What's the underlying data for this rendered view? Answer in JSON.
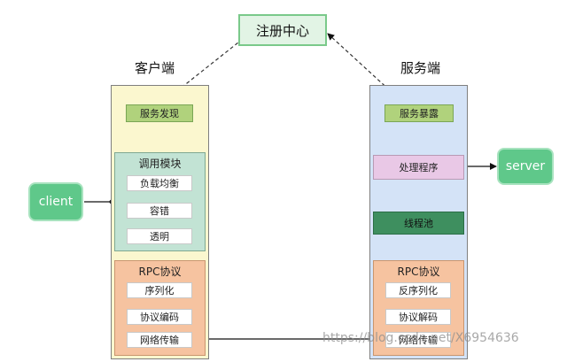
{
  "registry": {
    "label": "注册中心"
  },
  "client_side": {
    "heading": "客户端",
    "discovery": "服务发现",
    "invoke_module": {
      "title": "调用模块",
      "items": [
        "负载均衡",
        "容错",
        "透明"
      ]
    },
    "rpc_module": {
      "title": "RPC协议",
      "items": [
        "序列化",
        "协议编码",
        "网络传输"
      ]
    }
  },
  "server_side": {
    "heading": "服务端",
    "exposure": "服务暴露",
    "handler": "处理程序",
    "thread_pool": "线程池",
    "rpc_module": {
      "title": "RPC协议",
      "items": [
        "反序列化",
        "协议解码",
        "网络传输"
      ]
    }
  },
  "client_node": {
    "label": "client"
  },
  "server_node": {
    "label": "server"
  },
  "watermark": "https://blog.csdn.net/X6954636",
  "colors": {
    "registry_fill": "#e2f4e5",
    "client_panel": "#fbf7cf",
    "server_panel": "#d4e3f7",
    "green_box": "#b0d27c",
    "invoke_module": "#c2e3d4",
    "rpc_module": "#f6c3a0",
    "handler": "#e9c8e6",
    "thread_pool": "#3e8f5f",
    "pill": "#5fc88a"
  }
}
